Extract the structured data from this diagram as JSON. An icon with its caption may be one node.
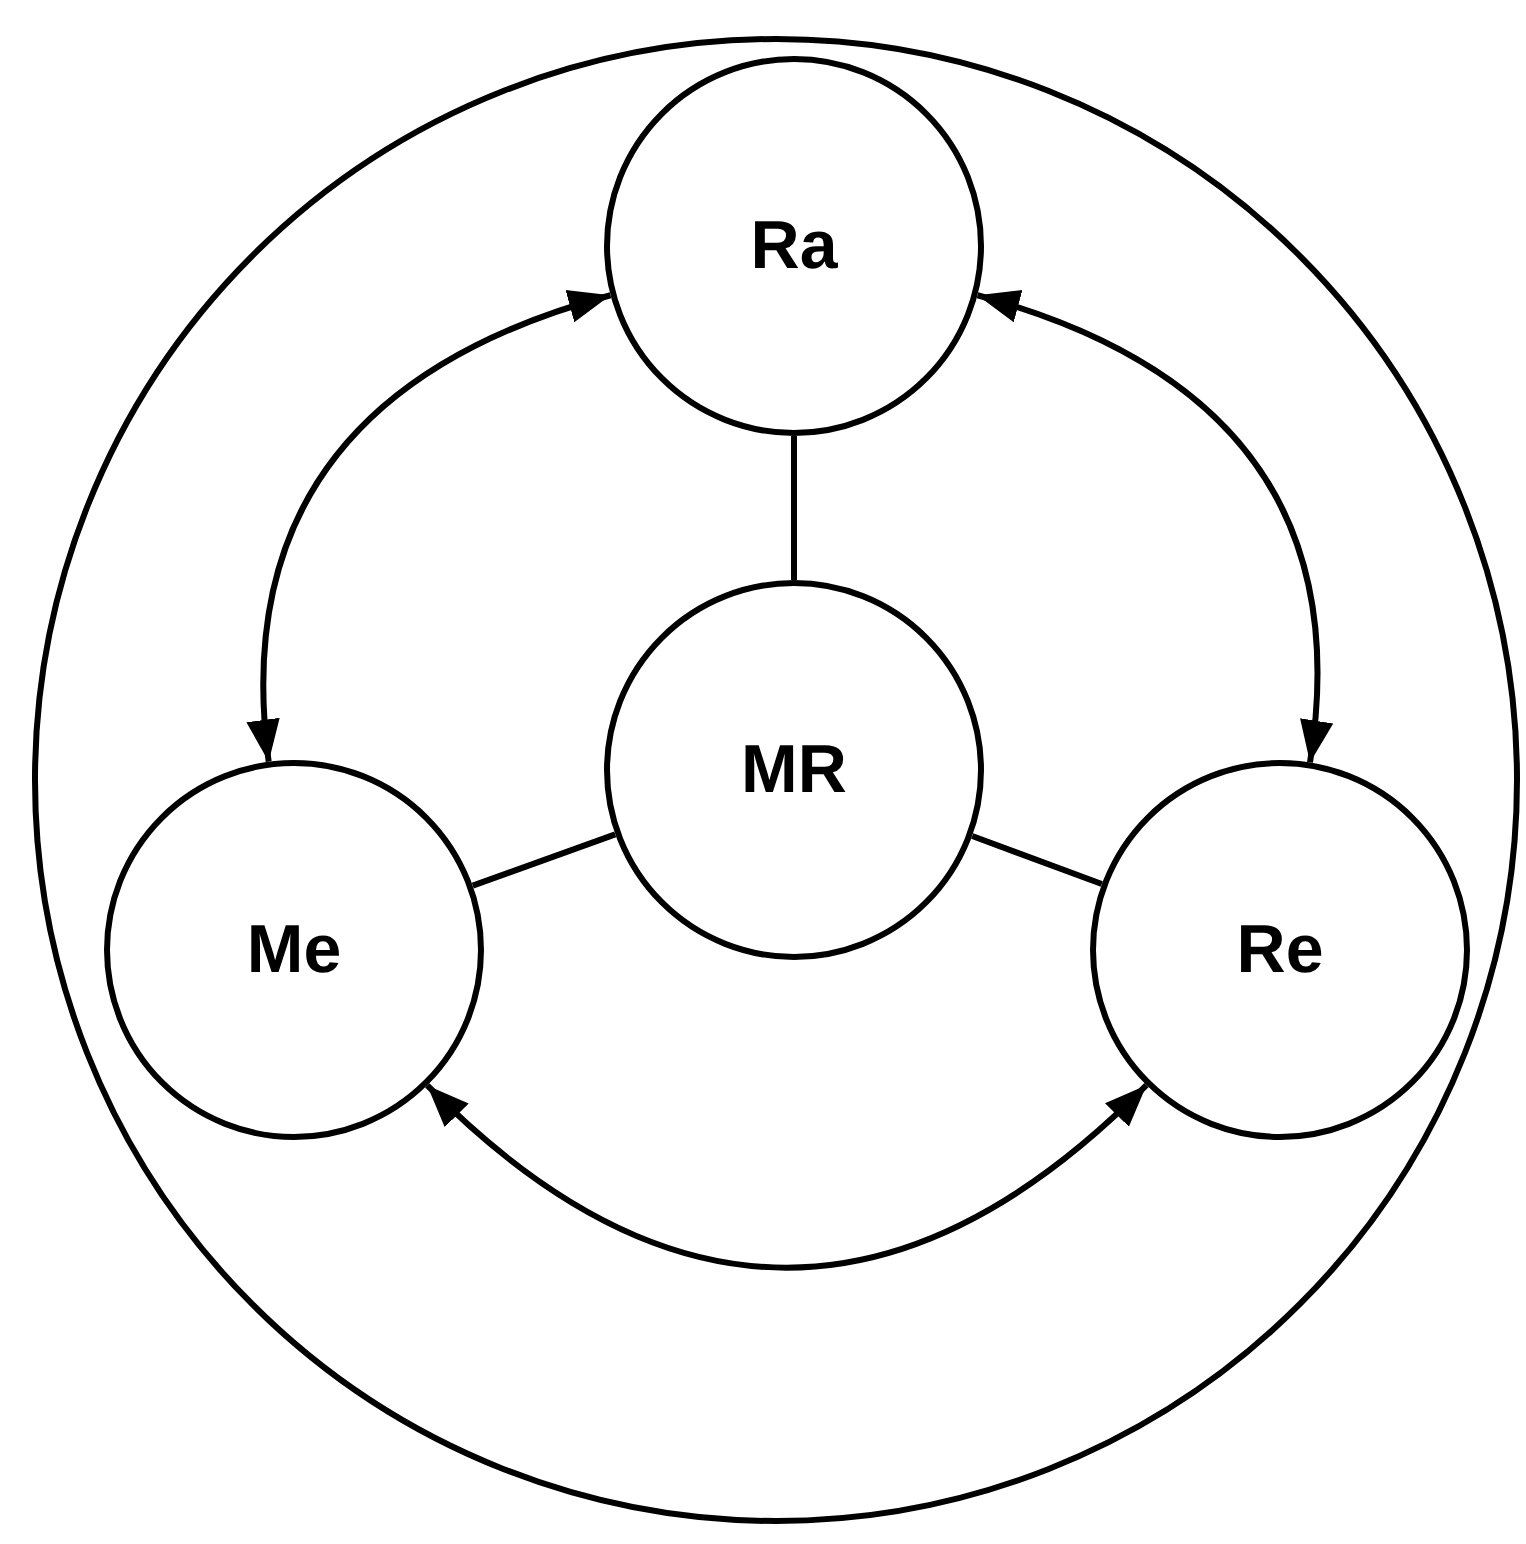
{
  "diagram": {
    "nodes": [
      {
        "text": [],
        "shape": "circle"
      },
      {
        "text": [
          "Ra"
        ],
        "in": 0
      },
      {
        "text": [
          "MR"
        ],
        "in": 0
      },
      {
        "text": [
          "Me"
        ],
        "in": 0
      },
      {
        "text": [
          "Re"
        ],
        "in": 0
      }
    ],
    "edges": [
      {
        "from": 1,
        "to": 2,
        "arrow": "none"
      },
      {
        "from": 2,
        "to": 3,
        "arrow": "none"
      },
      {
        "from": 2,
        "to": 4,
        "arrow": "none"
      },
      {
        "from": 1,
        "to": 3,
        "arrow": "both"
      },
      {
        "from": 1,
        "to": 4,
        "arrow": "both"
      },
      {
        "from": 3,
        "to": 4,
        "arrow": "both"
      }
    ]
  }
}
